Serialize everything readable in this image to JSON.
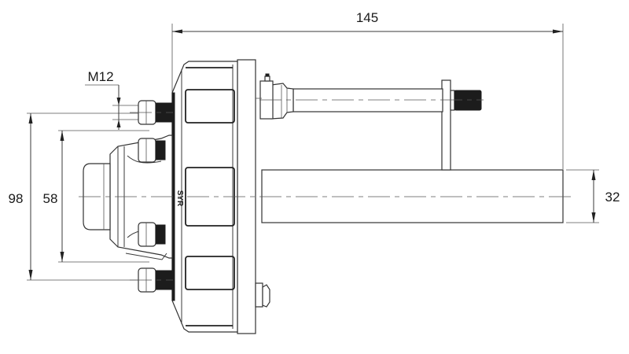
{
  "drawing": {
    "title": "Axle hub assembly side view",
    "line_color": "#333333",
    "fill_color": "#1c1c1c",
    "background": "#ffffff"
  },
  "dimensions": {
    "overall_length": {
      "label": "145",
      "orientation": "horizontal"
    },
    "bolt_circle_diameter": {
      "label": "98",
      "orientation": "vertical"
    },
    "hub_cap_diameter": {
      "label": "58",
      "orientation": "vertical"
    },
    "stud_thread": {
      "label": "M12",
      "orientation": "vertical"
    },
    "axle_tube_diameter": {
      "label": "32",
      "orientation": "vertical"
    }
  },
  "components": [
    {
      "name": "hub-cap"
    },
    {
      "name": "wheel-hub"
    },
    {
      "name": "wheel-studs-and-nuts"
    },
    {
      "name": "brake-drum"
    },
    {
      "name": "brake-cable-rod"
    },
    {
      "name": "cable-mount-bracket"
    },
    {
      "name": "threaded-cable-end"
    },
    {
      "name": "axle-tube"
    }
  ]
}
